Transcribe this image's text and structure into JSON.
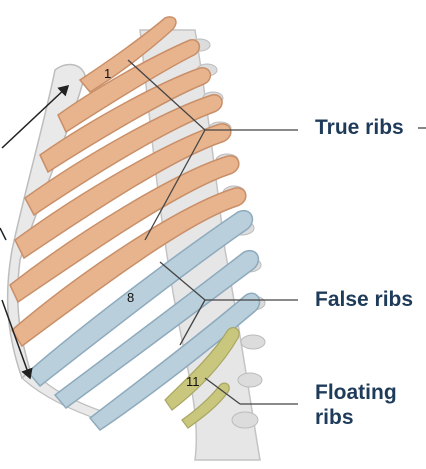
{
  "labels": {
    "true_ribs": "True ribs",
    "false_ribs": "False ribs",
    "floating_ribs_line1": "Floating",
    "floating_ribs_line2": "ribs"
  },
  "rib_numbers": {
    "first": "1",
    "eighth": "8",
    "eleventh": "11"
  },
  "colors": {
    "true_rib": "#e8b48e",
    "true_rib_edge": "#c98f68",
    "false_rib": "#b9cfdc",
    "false_rib_edge": "#8eaabd",
    "floating_rib": "#c9c77e",
    "bone": "#e9e9e9",
    "bone_edge": "#bdbdbd",
    "label_text": "#1f3b5a",
    "leader_line": "#444444"
  }
}
